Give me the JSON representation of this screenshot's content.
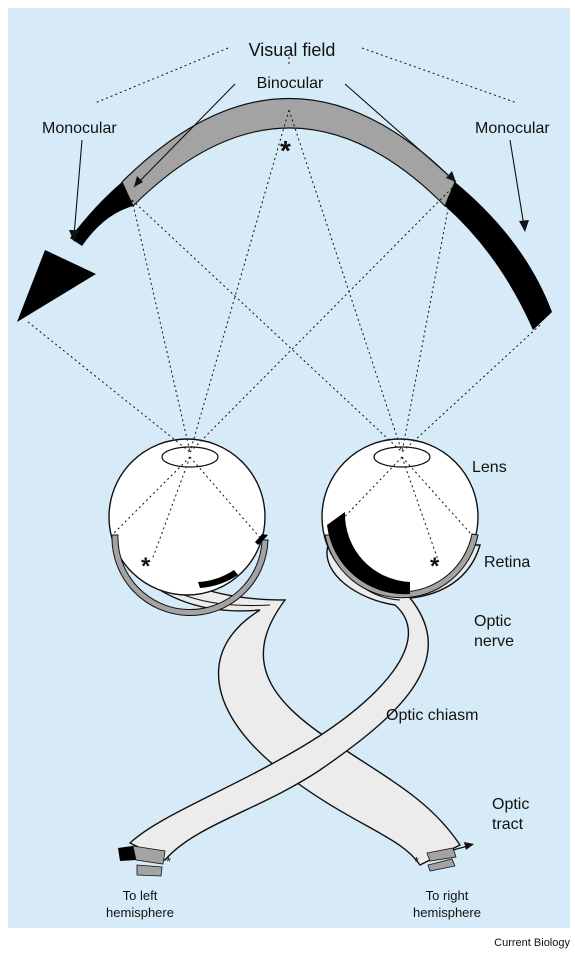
{
  "labels": {
    "visual_field": "Visual field",
    "binocular": "Binocular",
    "monocular_left": "Monocular",
    "monocular_right": "Monocular",
    "lens": "Lens",
    "retina": "Retina",
    "optic_nerve_line1": "Optic",
    "optic_nerve_line2": "nerve",
    "optic_chiasm": "Optic chiasm",
    "optic_tract_line1": "Optic",
    "optic_tract_line2": "tract",
    "to_left_line1": "To left",
    "to_left_line2": "hemisphere",
    "to_right_line1": "To right",
    "to_right_line2": "hemisphere",
    "fixation_marker": "*",
    "credit": "Current Biology"
  },
  "colors": {
    "background": "#d6ebf7",
    "monocular_region": "#000000",
    "binocular_region": "#a3a3a3",
    "nerve_fill": "#ececec",
    "eye_fill": "#ffffff"
  }
}
